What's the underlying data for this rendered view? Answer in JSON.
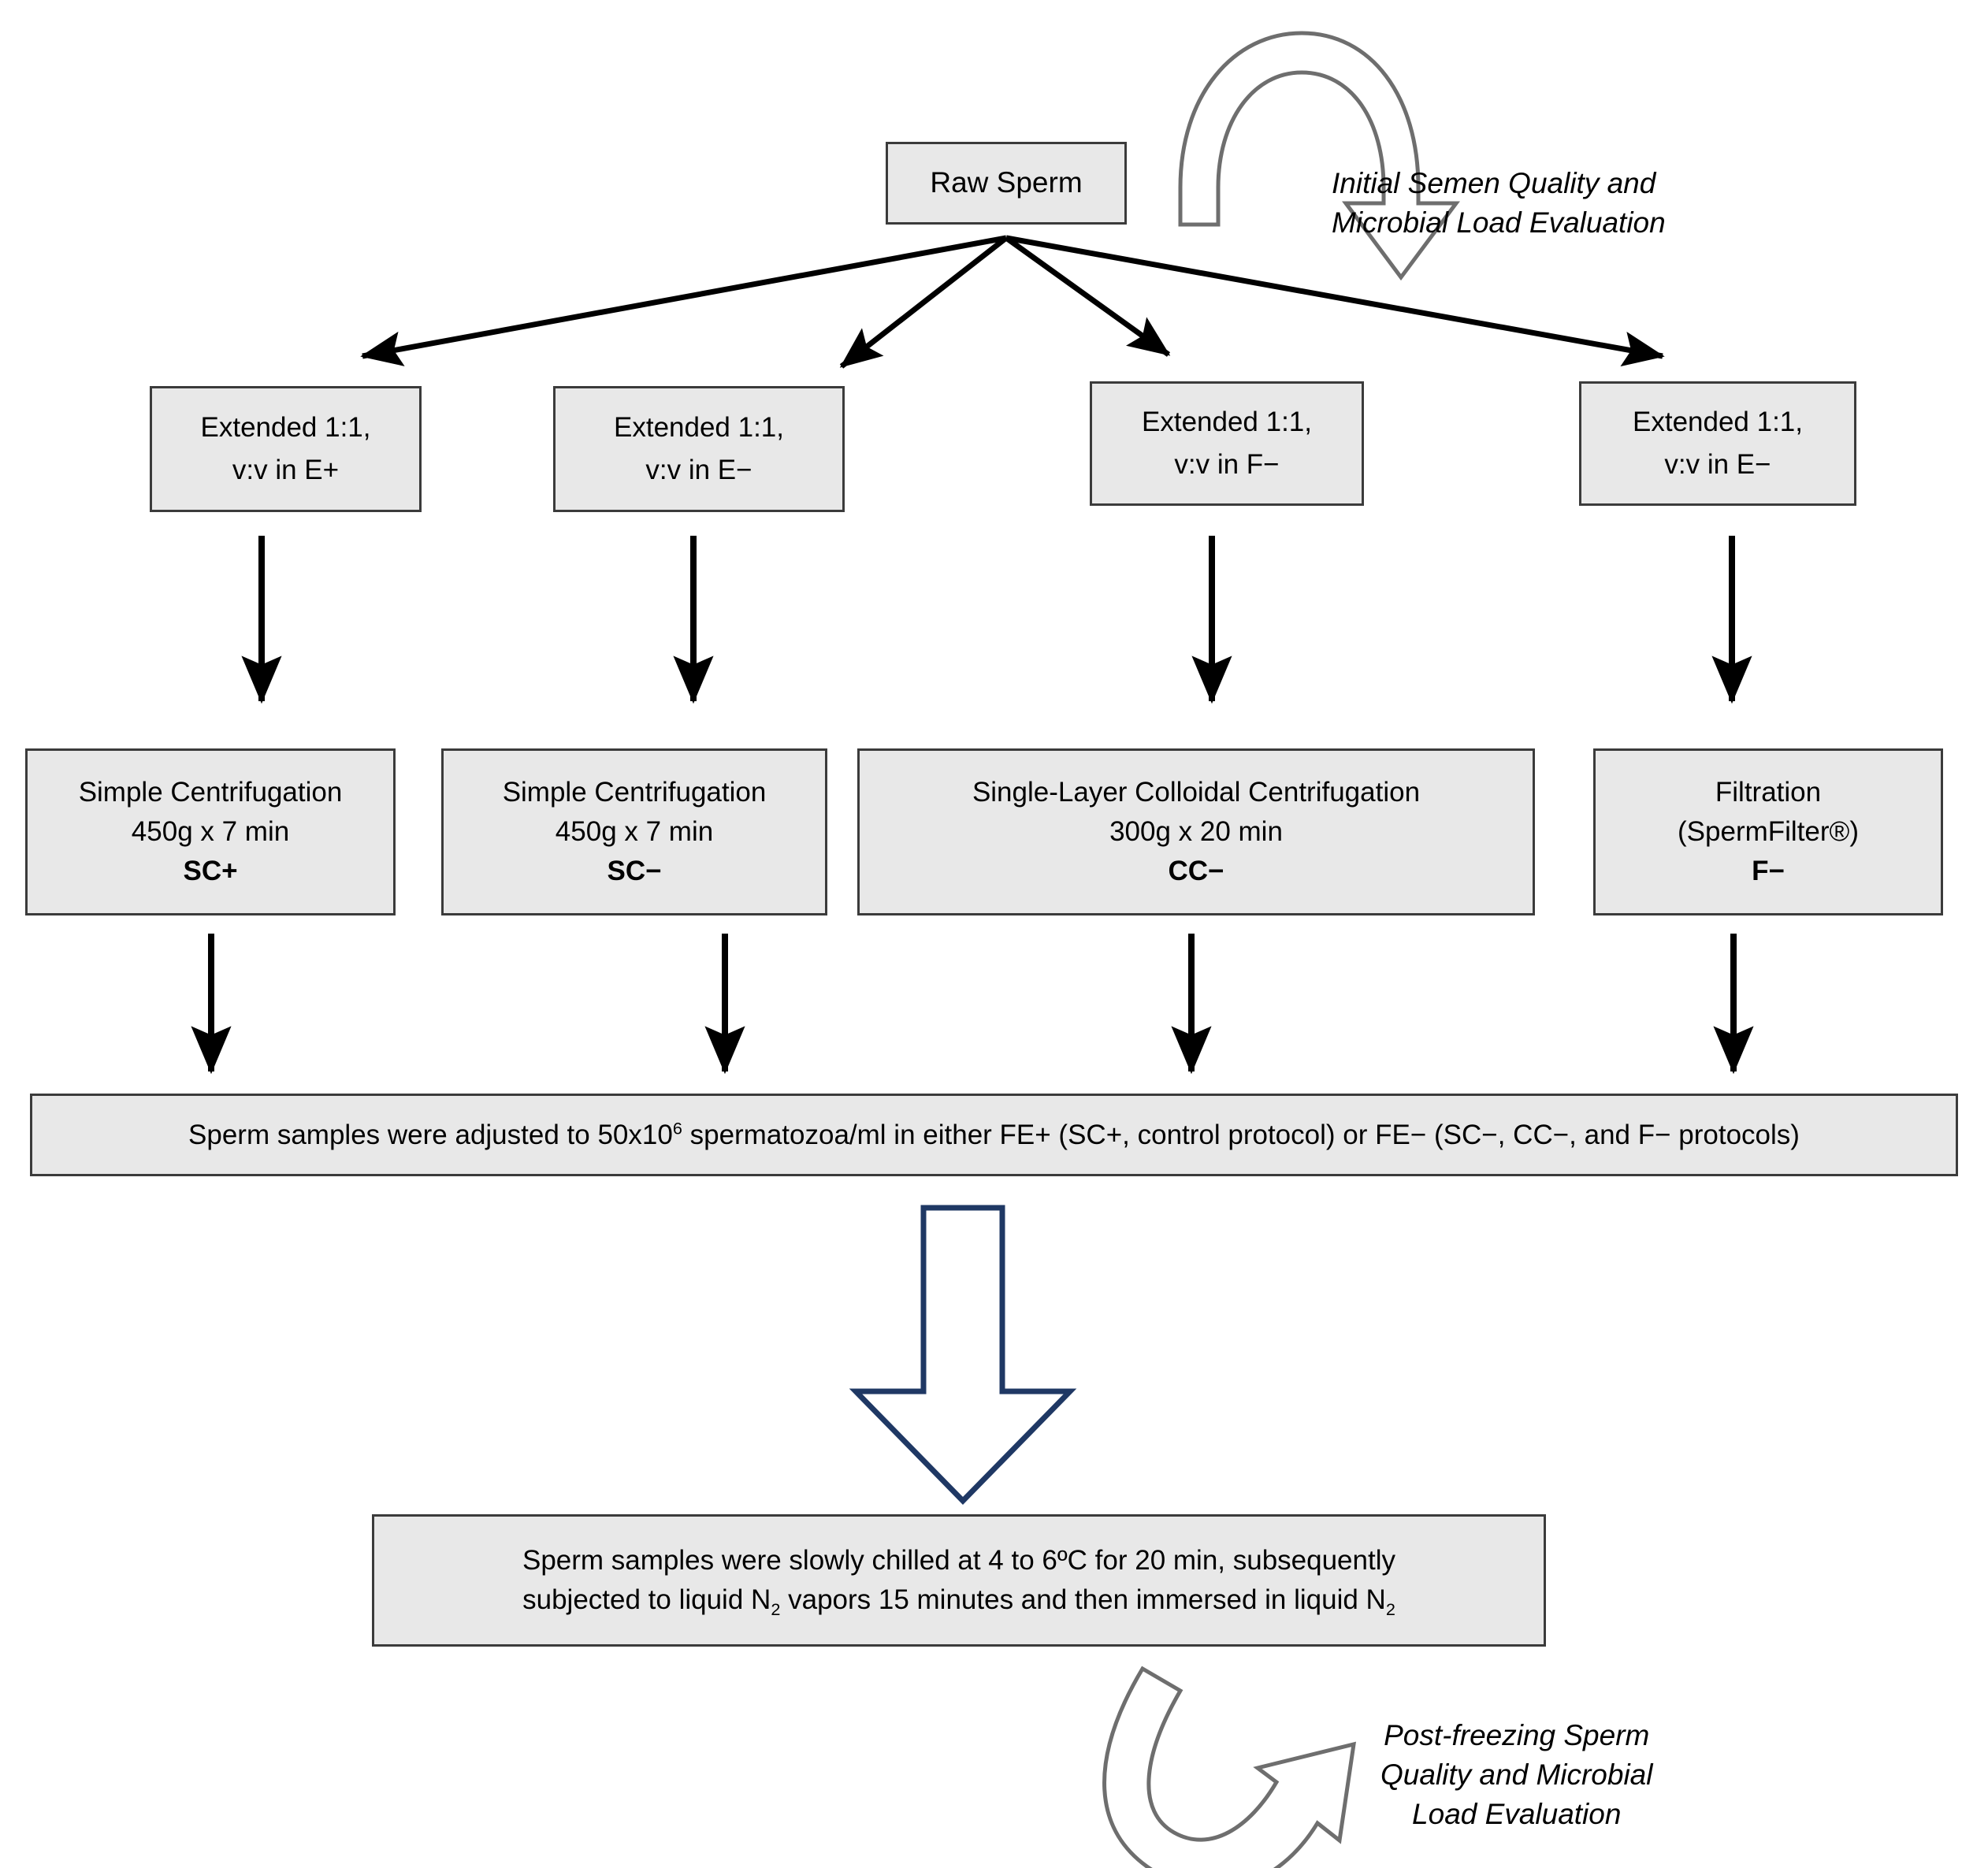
{
  "diagram": {
    "title": "Sperm cryopreservation experimental design flowchart",
    "colors": {
      "box_fill": "#e8e8e8",
      "box_border": "#3b3b3b",
      "arrow_black": "#000000",
      "arrow_navy": "#1f3864",
      "arrow_gray": "#6e6e6e",
      "background": "#ffffff"
    }
  },
  "nodes": {
    "raw_sperm": {
      "label": "Raw Sperm"
    },
    "extended": [
      {
        "line1": "Extended 1:1,",
        "line2": "v:v in E+"
      },
      {
        "line1": "Extended 1:1,",
        "line2": "v:v in E−"
      },
      {
        "line1": "Extended 1:1,",
        "line2": "v:v in F−"
      },
      {
        "line1": "Extended 1:1,",
        "line2": "v:v in E−"
      }
    ],
    "processing": [
      {
        "line1": "Simple Centrifugation",
        "line2": "450g x 7 min",
        "code": "SC+"
      },
      {
        "line1": "Simple Centrifugation",
        "line2": "450g x 7 min",
        "code": "SC−"
      },
      {
        "line1": "Single-Layer Colloidal Centrifugation",
        "line2": "300g x 20 min",
        "code": "CC−"
      },
      {
        "line1": "Filtration",
        "line2": "(SpermFilter®)",
        "code": "F−"
      }
    ],
    "adjustment_bar": {
      "part1": "Sperm samples were adjusted to 50x10",
      "sup": "6",
      "part2": " spermatozoa/ml in either FE+ (SC+, control protocol) or FE− (SC−, CC−, and F− protocols)"
    },
    "freezing_box": {
      "line1_a": "Sperm samples were slowly chilled at 4 to 6ºC for 20 min, subsequently",
      "line2_a": "subjected to liquid N",
      "line2_sub1": "2",
      "line2_b": " vapors 15 minutes and then immersed in liquid N",
      "line2_sub2": "2"
    }
  },
  "annotations": {
    "initial_eval": {
      "line1": "Initial Semen Quality and",
      "line2": "Microbial Load Evaluation"
    },
    "post_eval": {
      "line1": "Post-freezing Sperm",
      "line2": "Quality and Microbial",
      "line3": "Load Evaluation"
    }
  }
}
